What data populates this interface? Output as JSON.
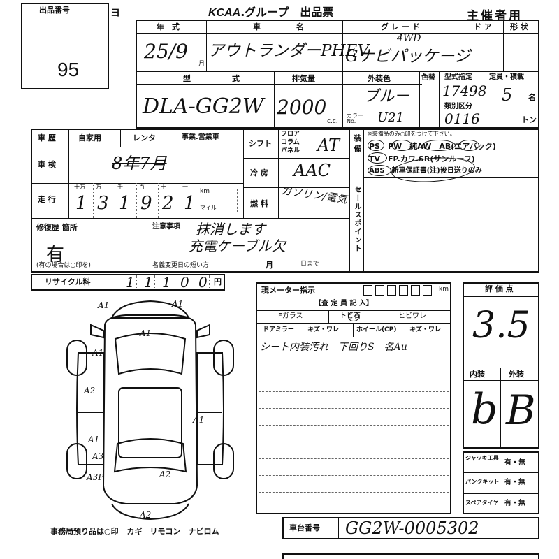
{
  "header": {
    "lot_label": "出品番号",
    "lot_number": "95",
    "brand": "KCAA",
    "title": ".グループ　出品票",
    "organizer": "主催者用"
  },
  "row1": {
    "year_label": "年　式",
    "year_value": "25/9",
    "year_unit": "月",
    "name_label": "車　名",
    "name_value": "アウトランダーPHEV",
    "grade_label": "グレード",
    "grade_value_top": "4WD",
    "grade_value": "Gナビパッケージ",
    "door_label": "ド ア",
    "shape_label": "形 状"
  },
  "row2": {
    "model_label": "型　式",
    "model_value": "DLA-GG2W",
    "displacement_label": "排気量",
    "displacement_value": "2000",
    "cc": "c.c.",
    "color_label": "外装色",
    "color_value": "ブルー",
    "color_no_label": "カラー No.",
    "color_no_value": "U21",
    "colorcode_label": "色替",
    "type_spec_label": "型式指定",
    "type_spec_value": "17498",
    "class_label": "類別区分",
    "class_value": "0116",
    "capacity_label": "定員・積載",
    "capacity_value": "5",
    "capacity_unit": "名",
    "ton_unit": "トン"
  },
  "history": {
    "label": "車 歴",
    "private": "自家用",
    "rental": "レンタ",
    "business": "事業.営業車",
    "inspection_label": "車 検",
    "inspection_value": "8年7月",
    "mileage_label": "走 行",
    "digit_labels": [
      "十万",
      "万",
      "千",
      "百",
      "十",
      "一"
    ],
    "mileage_digits": [
      "1",
      "3",
      "1",
      "9",
      "2",
      "1"
    ],
    "km_label": "km",
    "mile_label": "マイル"
  },
  "shift": {
    "label": "シフト",
    "options": [
      "フロア",
      "コラム",
      "パネル"
    ],
    "value": "AT",
    "ac_label": "冷 房",
    "ac_value": "AAC",
    "fuel_label": "燃 料",
    "fuel_value": "ガソリン/電気"
  },
  "equipment": {
    "label": "装備",
    "note": "※装備品のみ○印をつけて下さい。",
    "items_row1": "PS　PW　純AW　AB(エアバック)",
    "items_row2": "TV　FP.カワ.SR(サンルーフ)",
    "items_row3": "ABS　新車保証書(注)後日送りのみ"
  },
  "sales_point": {
    "label": "セールスポイント"
  },
  "repair": {
    "label": "修復歴 箇所",
    "value": "有",
    "note": "(有の場合は○印を)"
  },
  "notes": {
    "label": "注意事項",
    "line1": "抹消します",
    "line2": "充電ケーブル欠",
    "deadline_label": "名義変更日の短い方",
    "month": "月",
    "day": "日まで"
  },
  "recycle": {
    "label": "リサイクル料",
    "digits": [
      "1",
      "1",
      "1",
      "0",
      "0"
    ],
    "yen": "円"
  },
  "meter": {
    "label": "現メーター指示",
    "km": "km"
  },
  "inspector": {
    "title": "【査 定 員 記 入】",
    "f_glass": "Fガラス",
    "tobi": "トビ石",
    "crack": "ヒビワレ",
    "mirror": "ドアミラー",
    "scratch": "キズ・ワレ",
    "wheel": "ホイール(CP)",
    "scratch2": "キズ・ワレ",
    "comment": "シート内装汚れ　下回りS　名Au"
  },
  "score": {
    "label": "評 価 点",
    "value": "3.5",
    "interior_label": "内装",
    "exterior_label": "外装",
    "interior_value": "b",
    "exterior_value": "B"
  },
  "tools": {
    "jack_label": "ジャッキ工具",
    "jack_value": "有・無",
    "puncture_label": "パンクキット",
    "puncture_value": "有・無",
    "spare_label": "スペアタイヤ",
    "spare_value": "有・無"
  },
  "chassis": {
    "label": "車台番号",
    "value": "GG2W-0005302"
  },
  "diagram": {
    "marks": [
      "A1",
      "A1",
      "A1",
      "A1",
      "A2",
      "A1",
      "A1",
      "A3",
      "A3P",
      "A2",
      "A2"
    ]
  },
  "office": {
    "label": "事務局預り品は○印",
    "items": "カギ　リモコン　ナビロム"
  }
}
